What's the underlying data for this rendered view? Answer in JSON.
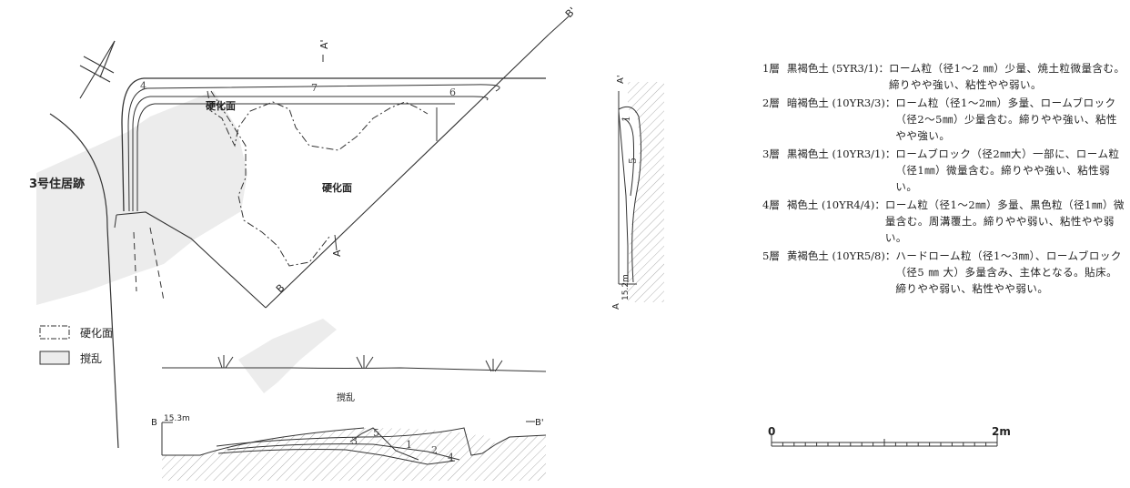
{
  "labels": {
    "house_ruin": "3号住居跡",
    "hardened_1": "硬化面",
    "hardened_2": "硬化面",
    "disturbance": "撹乱",
    "b_elev": "15.3m",
    "a_elev": "15.2m",
    "point_a": "A",
    "point_a_prime": "A'",
    "point_b": "B",
    "point_b_prime": "B'",
    "layer_nums": [
      "1",
      "2",
      "3",
      "4",
      "5"
    ],
    "plan_nums": [
      "4",
      "7",
      "6"
    ],
    "section_a_nums": [
      "1",
      "5"
    ]
  },
  "legend": {
    "hardened": "硬化面",
    "disturbed": "撹乱"
  },
  "layers": [
    {
      "name": "1層",
      "color": "黒褐色土 (5YR3/1)",
      "desc": "ローム粒（径1～2 ㎜）少量、焼土粒微量含む。締りやや強い、粘性やや弱い。"
    },
    {
      "name": "2層",
      "color": "暗褐色土 (10YR3/3)",
      "desc": "ローム粒（径1～2㎜）多量、ロームブロック（径2～5㎜）少量含む。締りやや強い、粘性やや強い。"
    },
    {
      "name": "3層",
      "color": "黒褐色土 (10YR3/1)",
      "desc": "ロームブロック（径2㎜大）一部に、ローム粒（径1㎜）微量含む。締りやや強い、粘性弱い。"
    },
    {
      "name": "4層",
      "color": "褐色土 (10YR4/4)",
      "desc": "ローム粒（径1～2㎜）多量、黒色粒（径1㎜）微量含む。周溝覆土。締りやや弱い、粘性やや弱い。"
    },
    {
      "name": "5層",
      "color": "黄褐色土 (10YR5/8)",
      "desc": "ハードローム粒（径1～3㎜）、ロームブロック（径5 ㎜ 大）多量含み、主体となる。貼床。締りやや弱い、粘性やや弱い。"
    }
  ],
  "scale": {
    "start": "0",
    "end": "2m"
  },
  "colors": {
    "line": "#333333",
    "disturbed_fill": "#ececec",
    "hatch": "#9a9a9a"
  }
}
